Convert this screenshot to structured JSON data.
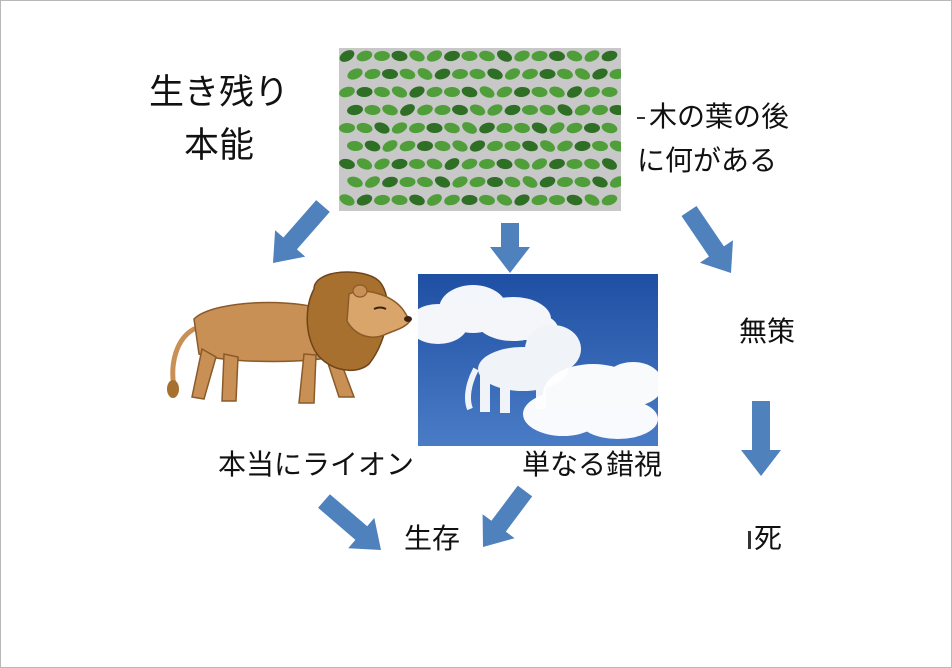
{
  "labels": {
    "survival_line1": "生き残り",
    "survival_line2": "本能",
    "leaves_line1": "木の葉の後",
    "leaves_line2": "に何がある",
    "helpless": "無策",
    "real_lion": "本当にライオン",
    "illusion": "単なる錯視",
    "survive": "生存",
    "death": "死"
  },
  "colors": {
    "arrow": "#4f81bd",
    "leaf": "#4f9e3a",
    "leaf_dark": "#2f6e25",
    "lion_body": "#c99055",
    "lion_mane": "#a8702f",
    "sky": "#2a5bb0",
    "cloud": "#ffffff"
  },
  "images": {
    "leaves": "leaf-wall-image",
    "lion": "lion-illustration",
    "clouds": "lion-shaped-cloud-photo"
  }
}
